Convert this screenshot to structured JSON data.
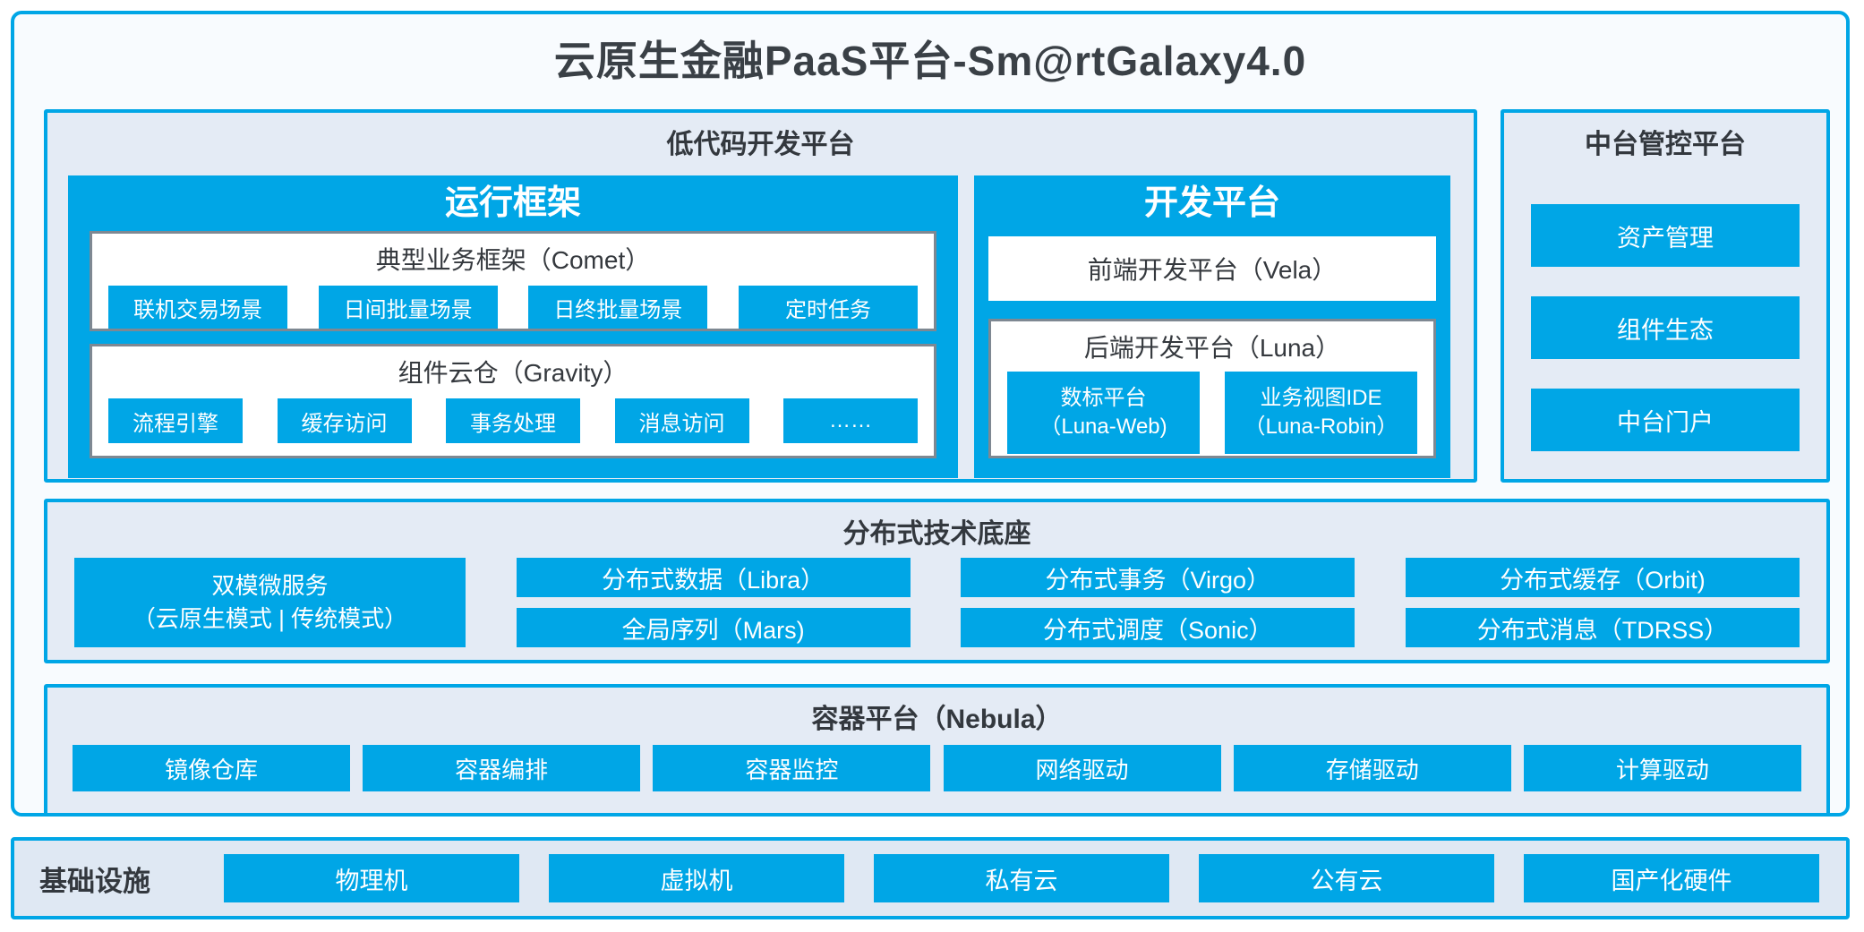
{
  "title": "云原生金融PaaS平台-Sm@rtGalaxy4.0",
  "colors": {
    "accent": "#00A6E6",
    "panel_fill": "#E4EBF5",
    "frame_background": "#F8FBFE",
    "box_border_gray": "#7E8892",
    "text_dark": "#383E44"
  },
  "low_code": {
    "title": "低代码开发平台",
    "runtime": {
      "title": "运行框架",
      "groups": [
        {
          "title": "典型业务框架（Comet）",
          "items": [
            "联机交易场景",
            "日间批量场景",
            "日终批量场景",
            "定时任务"
          ]
        },
        {
          "title": "组件云仓（Gravity）",
          "items": [
            "流程引擎",
            "缓存访问",
            "事务处理",
            "消息访问",
            "……"
          ]
        }
      ]
    },
    "dev": {
      "title": "开发平台",
      "frontend": "前端开发平台（Vela）",
      "backend": {
        "title": "后端开发平台（Luna）",
        "items": [
          [
            "数标平台",
            "（Luna-Web)"
          ],
          [
            "业务视图IDE",
            "（Luna-Robin）"
          ]
        ]
      }
    }
  },
  "midplatform": {
    "title": "中台管控平台",
    "items": [
      "资产管理",
      "组件生态",
      "中台门户"
    ]
  },
  "distributed": {
    "title": "分布式技术底座",
    "dual": [
      "双模微服务",
      "（云原生模式 | 传统模式）"
    ],
    "grid": [
      [
        "分布式数据（Libra）",
        "全局序列（Mars)"
      ],
      [
        "分布式事务（Virgo）",
        "分布式调度（Sonic）"
      ],
      [
        "分布式缓存（Orbit)",
        "分布式消息（TDRSS）"
      ]
    ]
  },
  "container": {
    "title": "容器平台（Nebula）",
    "items": [
      "镜像仓库",
      "容器编排",
      "容器监控",
      "网络驱动",
      "存储驱动",
      "计算驱动"
    ]
  },
  "infrastructure": {
    "label": "基础设施",
    "items": [
      "物理机",
      "虚拟机",
      "私有云",
      "公有云",
      "国产化硬件"
    ]
  }
}
